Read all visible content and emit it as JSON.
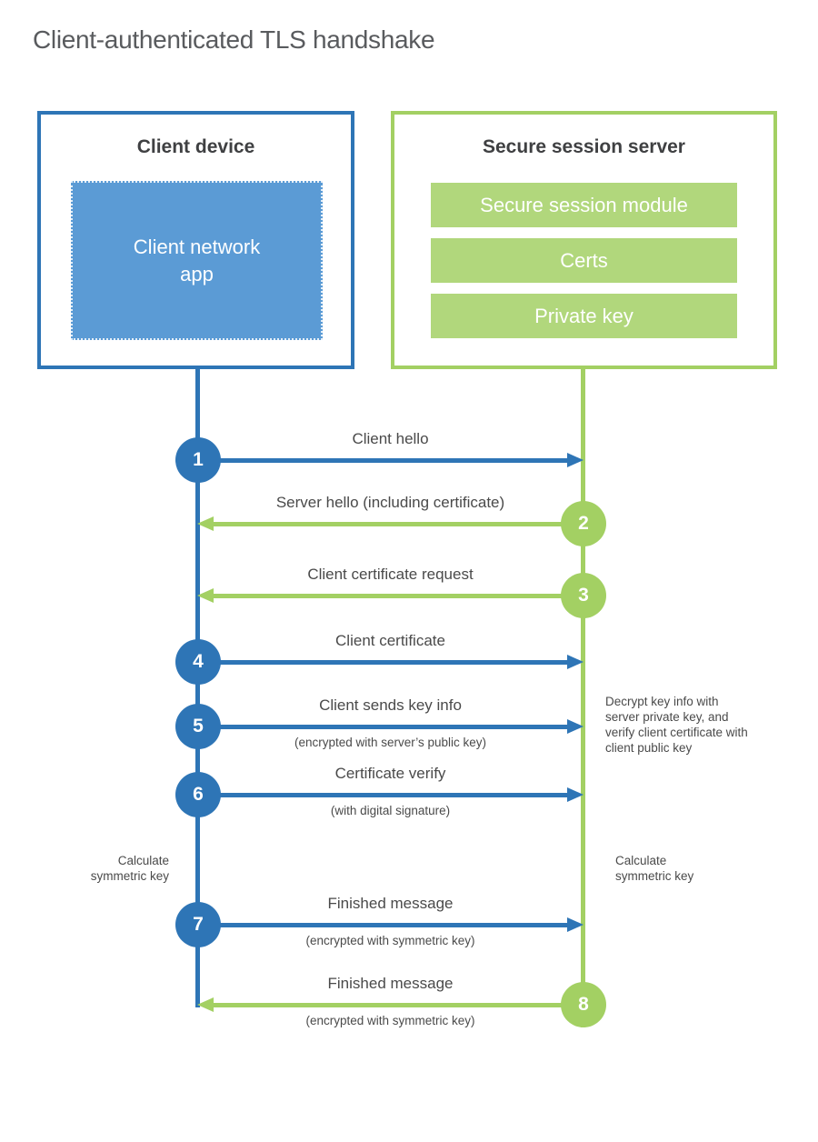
{
  "title": "Client-authenticated TLS handshake",
  "colors": {
    "blue_dark": "#2e75b6",
    "blue_fill": "#5b9bd5",
    "green_main": "#a3d063",
    "green_fill": "#b1d77c",
    "text_main": "#4a4a4a",
    "heading": "#3f4042"
  },
  "client_box": {
    "title": "Client device",
    "app": "Client network\napp"
  },
  "server_box": {
    "title": "Secure session server",
    "modules": [
      "Secure session module",
      "Certs",
      "Private key"
    ]
  },
  "steps": [
    {
      "num": "1",
      "from": "client",
      "label": "Client hello",
      "sublabel": ""
    },
    {
      "num": "2",
      "from": "server",
      "label": "Server hello (including certificate)",
      "sublabel": ""
    },
    {
      "num": "3",
      "from": "server",
      "label": "Client certificate request",
      "sublabel": ""
    },
    {
      "num": "4",
      "from": "client",
      "label": "Client certificate",
      "sublabel": ""
    },
    {
      "num": "5",
      "from": "client",
      "label": "Client sends key info",
      "sublabel": "(encrypted with server’s public key)"
    },
    {
      "num": "6",
      "from": "client",
      "label": "Certificate verify",
      "sublabel": "(with digital signature)"
    },
    {
      "num": "7",
      "from": "client",
      "label": "Finished message",
      "sublabel": "(encrypted with symmetric key)"
    },
    {
      "num": "8",
      "from": "server",
      "label": "Finished message",
      "sublabel": "(encrypted with symmetric key)"
    }
  ],
  "notes": {
    "decrypt": "Decrypt key info with server private key, and verify client certificate with client public key",
    "calculate_left": "Calculate symmetric key",
    "calculate_right": "Calculate symmetric key"
  }
}
